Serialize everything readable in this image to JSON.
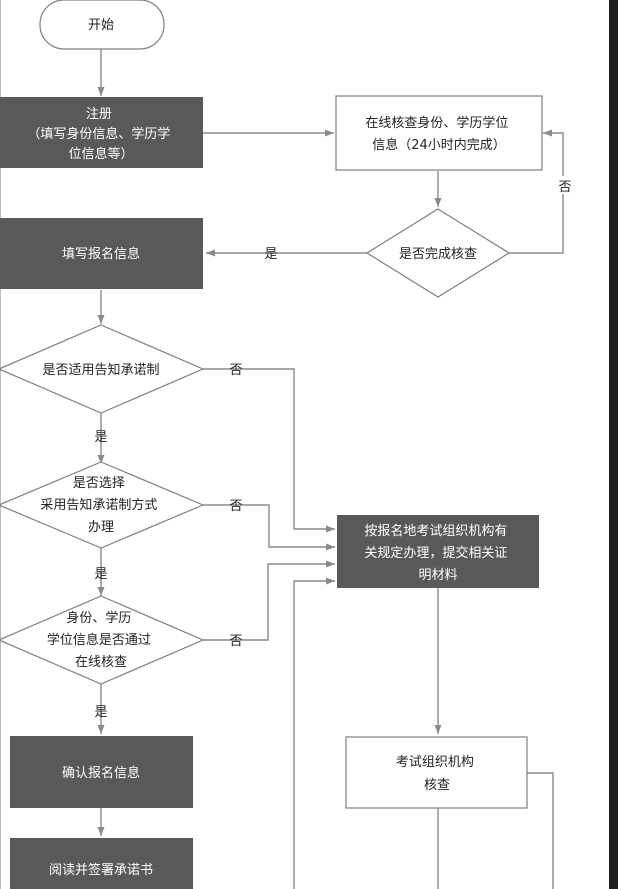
{
  "nodes": {
    "start": {
      "lines": [
        "开始"
      ]
    },
    "register": {
      "lines": [
        "注册",
        "（填写身份信息、学历学",
        "位信息等）"
      ]
    },
    "online_verify": {
      "lines": [
        "在线核查身份、学历学位",
        "信息（24小时内完成）"
      ]
    },
    "verify_done": {
      "lines": [
        "是否完成核查"
      ]
    },
    "fill_info": {
      "lines": [
        "填写报名信息"
      ]
    },
    "q_apply_notice": {
      "lines": [
        "是否适用告知承诺制"
      ]
    },
    "q_choose_notice": {
      "lines": [
        "是否选择",
        "采用告知承诺制方式",
        "办理"
      ]
    },
    "q_passed_online": {
      "lines": [
        "身份、学历",
        "学位信息是否通过",
        "在线核查"
      ]
    },
    "submit_materials": {
      "lines": [
        "按报名地考试组织机构有",
        "关规定办理，提交相关证",
        "明材料"
      ]
    },
    "confirm_info": {
      "lines": [
        "确认报名信息"
      ]
    },
    "org_check": {
      "lines": [
        "考试组织机构",
        "核查"
      ]
    },
    "read_sign": {
      "lines": [
        "阅读并签署承诺书"
      ]
    }
  },
  "edge_labels": {
    "yes_fill": "是",
    "no_verify": "否",
    "no_apply": "否",
    "yes_apply": "是",
    "no_choose": "否",
    "yes_choose": "是",
    "no_passed": "否",
    "yes_passed": "是"
  },
  "colors": {
    "dark_fill": "#595959",
    "line": "#8a8a8a",
    "border": "#7f7f7f",
    "light_text": "#ffffff",
    "dark_text": "#222222",
    "side_bar": "#1e1e1e"
  }
}
